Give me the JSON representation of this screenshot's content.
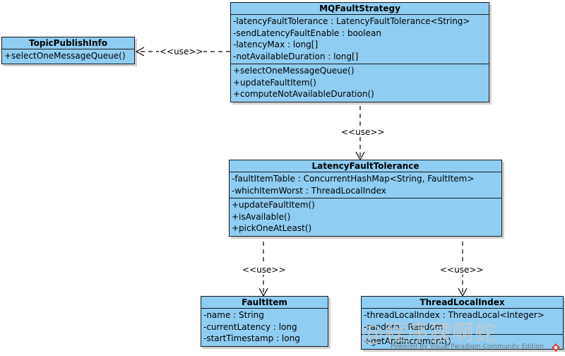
{
  "classes": {
    "mq": {
      "name": "MQFaultStrategy",
      "attributes": [
        "-latencyFaultTolerance : LatencyFaultTolerance<String>",
        "-sendLatencyFaultEnable : boolean",
        "-latencyMax : long[]",
        "-notAvailableDuration : long[]"
      ],
      "operations": [
        "+selectOneMessageQueue()",
        "+updateFaultItem()",
        "+computeNotAvailableDuration()"
      ]
    },
    "tpi": {
      "name": "TopicPublishInfo",
      "attributes": [],
      "operations": [
        "+selectOneMessageQueue()"
      ]
    },
    "lft": {
      "name": "LatencyFaultTolerance",
      "attributes": [
        "-faultItemTable : ConcurrentHashMap<String, FaultItem>",
        "-whichItemWorst : ThreadLocalIndex"
      ],
      "operations": [
        "+updateFaultItem()",
        "+isAvailable()",
        "+pickOneAtLeast()"
      ]
    },
    "fi": {
      "name": "FaultItem",
      "attributes": [
        "-name : String",
        "-currentLatency : long",
        "-startTimestamp : long"
      ],
      "operations": []
    },
    "tli": {
      "name": "ThreadLocalIndex",
      "attributes": [
        "-threadLocalIndex : ThreadLocal<Integer>",
        "-random : Random"
      ],
      "operations": [
        "+getAndIncrement()"
      ]
    }
  },
  "edges": {
    "mq_tpi": "<<use>>",
    "mq_lft": "<<use>>",
    "lft_fi": "<<use>>",
    "lft_tli": "<<use>>"
  },
  "watermark": "@程序猿啊蛇",
  "footer": "Powered By Visual Paradigm Community Edition",
  "colors": {
    "class_fill": "#8fcdf2",
    "border": "#1a1a1a",
    "watermark": "#c8c8c8"
  }
}
